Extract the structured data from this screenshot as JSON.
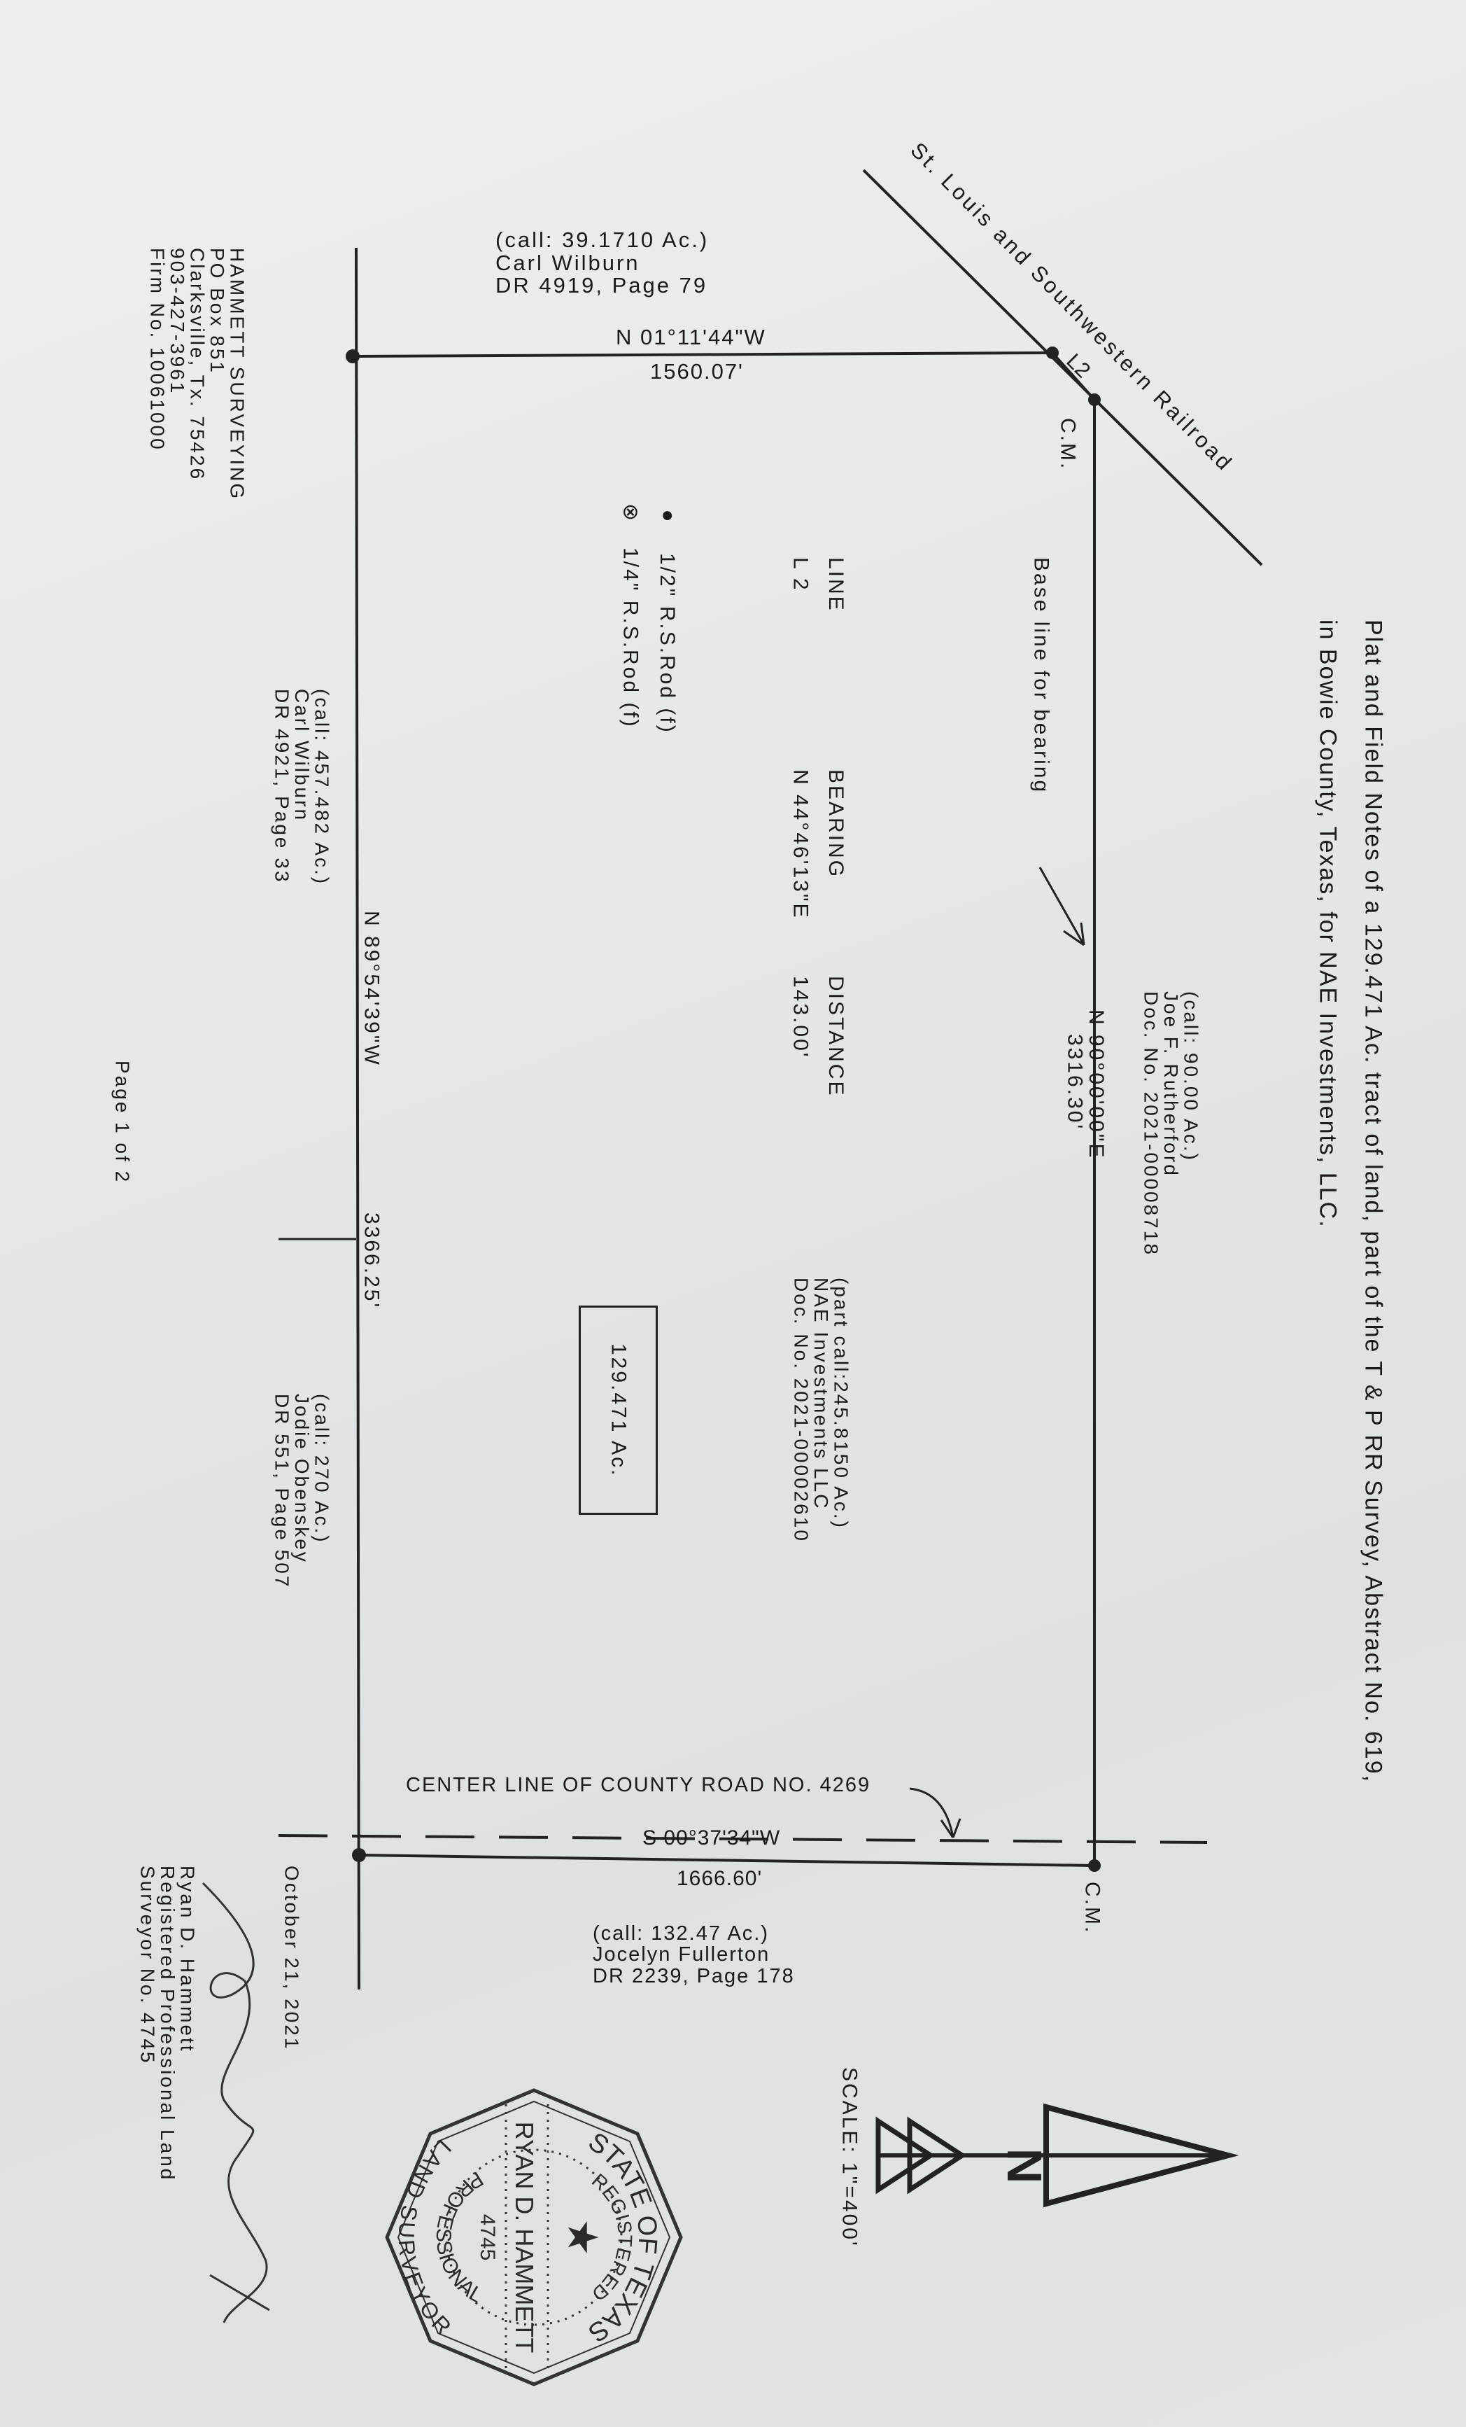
{
  "title": {
    "line1": "Plat and Field Notes of a 129.471 Ac. tract of land, part of the T & P RR Survey, Abstract No. 619,",
    "line2": "in Bowie County, Texas, for NAE Investments, LLC."
  },
  "railroad": {
    "label": "St. Louis and Southwestern Railroad",
    "segment_label": "L2"
  },
  "adjoiners": {
    "north_top": [
      "(call: 39.1710 Ac.)",
      "Carl Wilburn",
      "DR 4919, Page 79"
    ],
    "rutherford": [
      "(call: 90.00 Ac.)",
      "Joe F. Rutherford",
      "Doc. No. 2021-00008718"
    ],
    "nae": [
      "(part call:245.8150 Ac.)",
      "NAE Investments LLC",
      "Doc. No. 2021-00002610"
    ],
    "wilburn_west": [
      "(call: 457.482 Ac.)",
      "Carl Wilburn",
      "DR 4921, Page 33"
    ],
    "obenskey": [
      "(call: 270 Ac.)",
      "Jodie Obenskey",
      "DR 551, Page 507"
    ],
    "fullerton": [
      "(call: 132.47 Ac.)",
      "Jocelyn Fullerton",
      "DR 2239, Page 178"
    ]
  },
  "calls": {
    "north_line": {
      "bearing": "N 01°11'44\"W",
      "distance": "1560.07'"
    },
    "east_line": {
      "bearing": "N 90°00'00\"E",
      "distance": "3316.30'"
    },
    "west_line": {
      "bearing": "N 89°54'39\"W",
      "distance": "3366.25'"
    },
    "south_line": {
      "bearing": "S 00°37'34\"W",
      "distance": "1666.60'"
    }
  },
  "cm_label": "C.M.",
  "base_line_label": "Base line for bearing",
  "line_table": {
    "headers": [
      "LINE",
      "BEARING",
      "DISTANCE"
    ],
    "rows": [
      [
        "L 2",
        "N 44°46'13\"E",
        "143.00'"
      ]
    ]
  },
  "legend": [
    {
      "symbol": "●",
      "label": "1/2\" R.S.Rod (f)"
    },
    {
      "symbol": "⊗",
      "label": "1/4\" R.S.Rod (f)"
    }
  ],
  "tract_area": "129.471 Ac.",
  "road_label": "CENTER LINE OF COUNTY ROAD NO. 4269",
  "firm": [
    "HAMMETT SURVEYING",
    "PO Box 851",
    "Clarksville, Tx. 75426",
    "903-427-3961",
    "Firm No. 10061000"
  ],
  "page_label": "Page 1 of 2",
  "date": "October 21, 2021",
  "surveyor": [
    "Ryan D. Hammett",
    "Registered Professional Land",
    "Surveyor No. 4745"
  ],
  "scale": "SCALE: 1\"=400'",
  "north_arrow": {
    "letter": "N"
  },
  "seal": {
    "state": "STATE OF TEXAS",
    "registered": "REGISTERED",
    "name": "RYAN D. HAMMETT",
    "number": "4745",
    "professional": "PROFESSIONAL",
    "land_surveyor": "LAND SURVEYOR"
  },
  "colors": {
    "ink": "#1a1a1c",
    "paper": "#e4e7e8"
  }
}
